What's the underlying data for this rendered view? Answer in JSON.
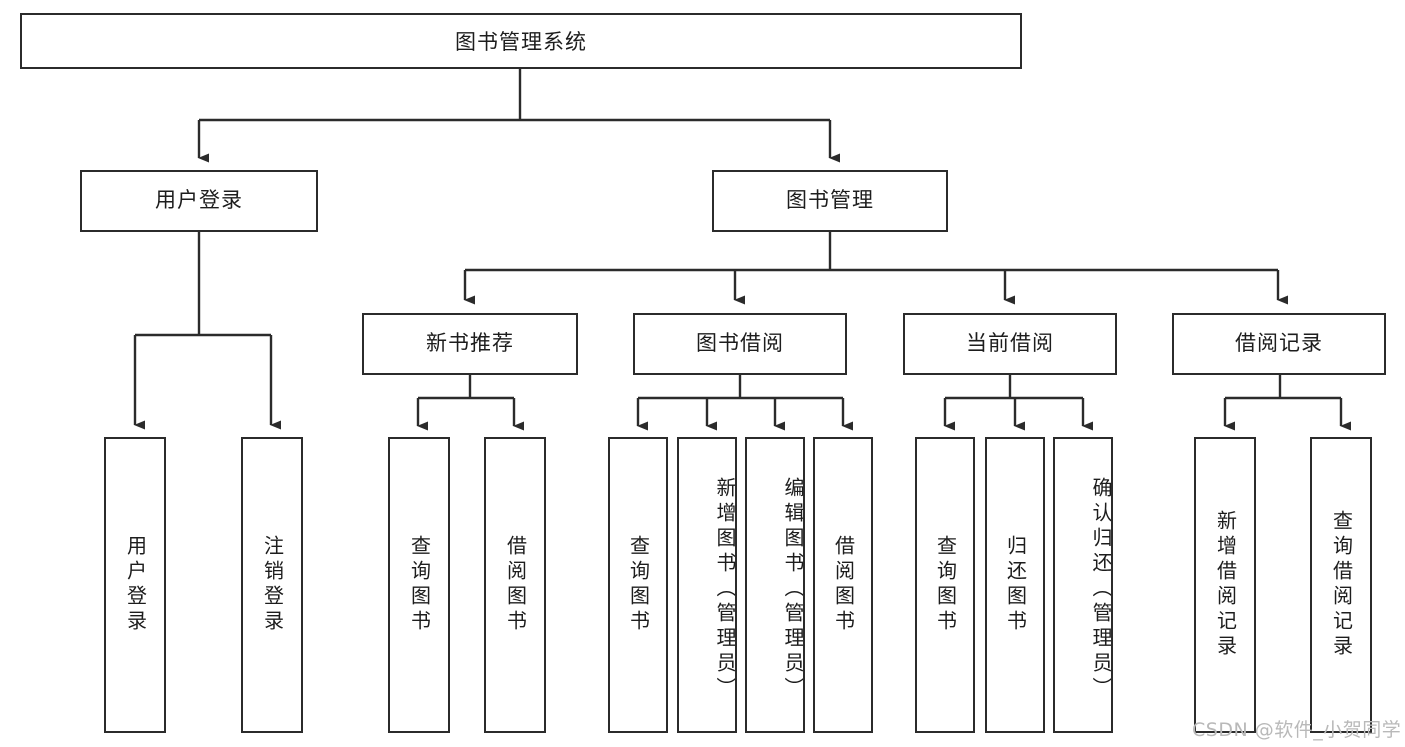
{
  "diagram": {
    "type": "hierarchy-tree",
    "title": "图书管理系统",
    "colors": {
      "stroke": "#2b2b2b",
      "fill": "#ffffff",
      "text": "#1d1d1d",
      "watermark": "#b9b9b9"
    },
    "root": {
      "label": "图书管理系统"
    },
    "level2": [
      {
        "label": "用户登录"
      },
      {
        "label": "图书管理"
      }
    ],
    "level3": [
      {
        "label": "新书推荐"
      },
      {
        "label": "图书借阅"
      },
      {
        "label": "当前借阅"
      },
      {
        "label": "借阅记录"
      }
    ],
    "leaves": {
      "user_login": [
        {
          "label": "用户登录"
        },
        {
          "label": "注销登录"
        }
      ],
      "new_book_recommend": [
        {
          "label": "查询图书"
        },
        {
          "label": "借阅图书"
        }
      ],
      "book_borrow": [
        {
          "label": "查询图书"
        },
        {
          "label": "新增图书（管理员）"
        },
        {
          "label": "编辑图书（管理员）"
        },
        {
          "label": "借阅图书"
        }
      ],
      "current_borrow": [
        {
          "label": "查询图书"
        },
        {
          "label": "归还图书"
        },
        {
          "label": "确认归还（管理员）"
        }
      ],
      "borrow_record": [
        {
          "label": "新增借阅记录"
        },
        {
          "label": "查询借阅记录"
        }
      ]
    },
    "watermark": "CSDN @软件_小贺同学"
  }
}
